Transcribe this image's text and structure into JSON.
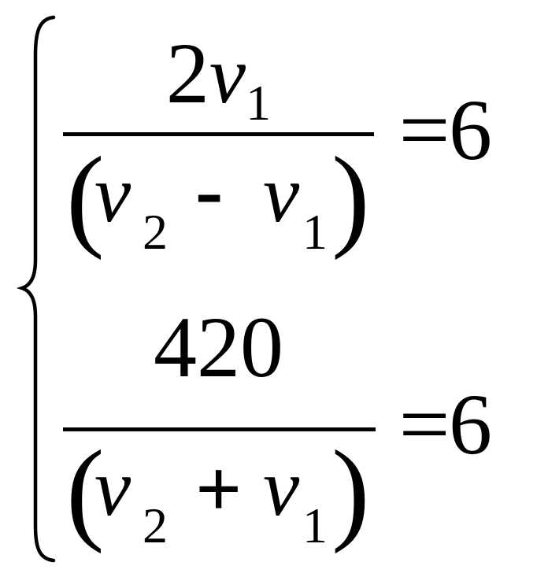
{
  "system": {
    "equation_1": {
      "numerator": {
        "coefficient": "2",
        "variable": "v",
        "subscript": "1"
      },
      "denominator": {
        "open_paren": "(",
        "var_a": "v",
        "sub_a": "2",
        "operator": "-",
        "var_b": "v",
        "sub_b": "1",
        "close_paren": ")"
      },
      "equals": "=",
      "rhs": "6"
    },
    "equation_2": {
      "numerator": {
        "value": "420"
      },
      "denominator": {
        "open_paren": "(",
        "var_a": "v",
        "sub_a": "2",
        "operator": "+",
        "var_b": "v",
        "sub_b": "1",
        "close_paren": ")"
      },
      "equals": "=",
      "rhs": "6"
    }
  }
}
